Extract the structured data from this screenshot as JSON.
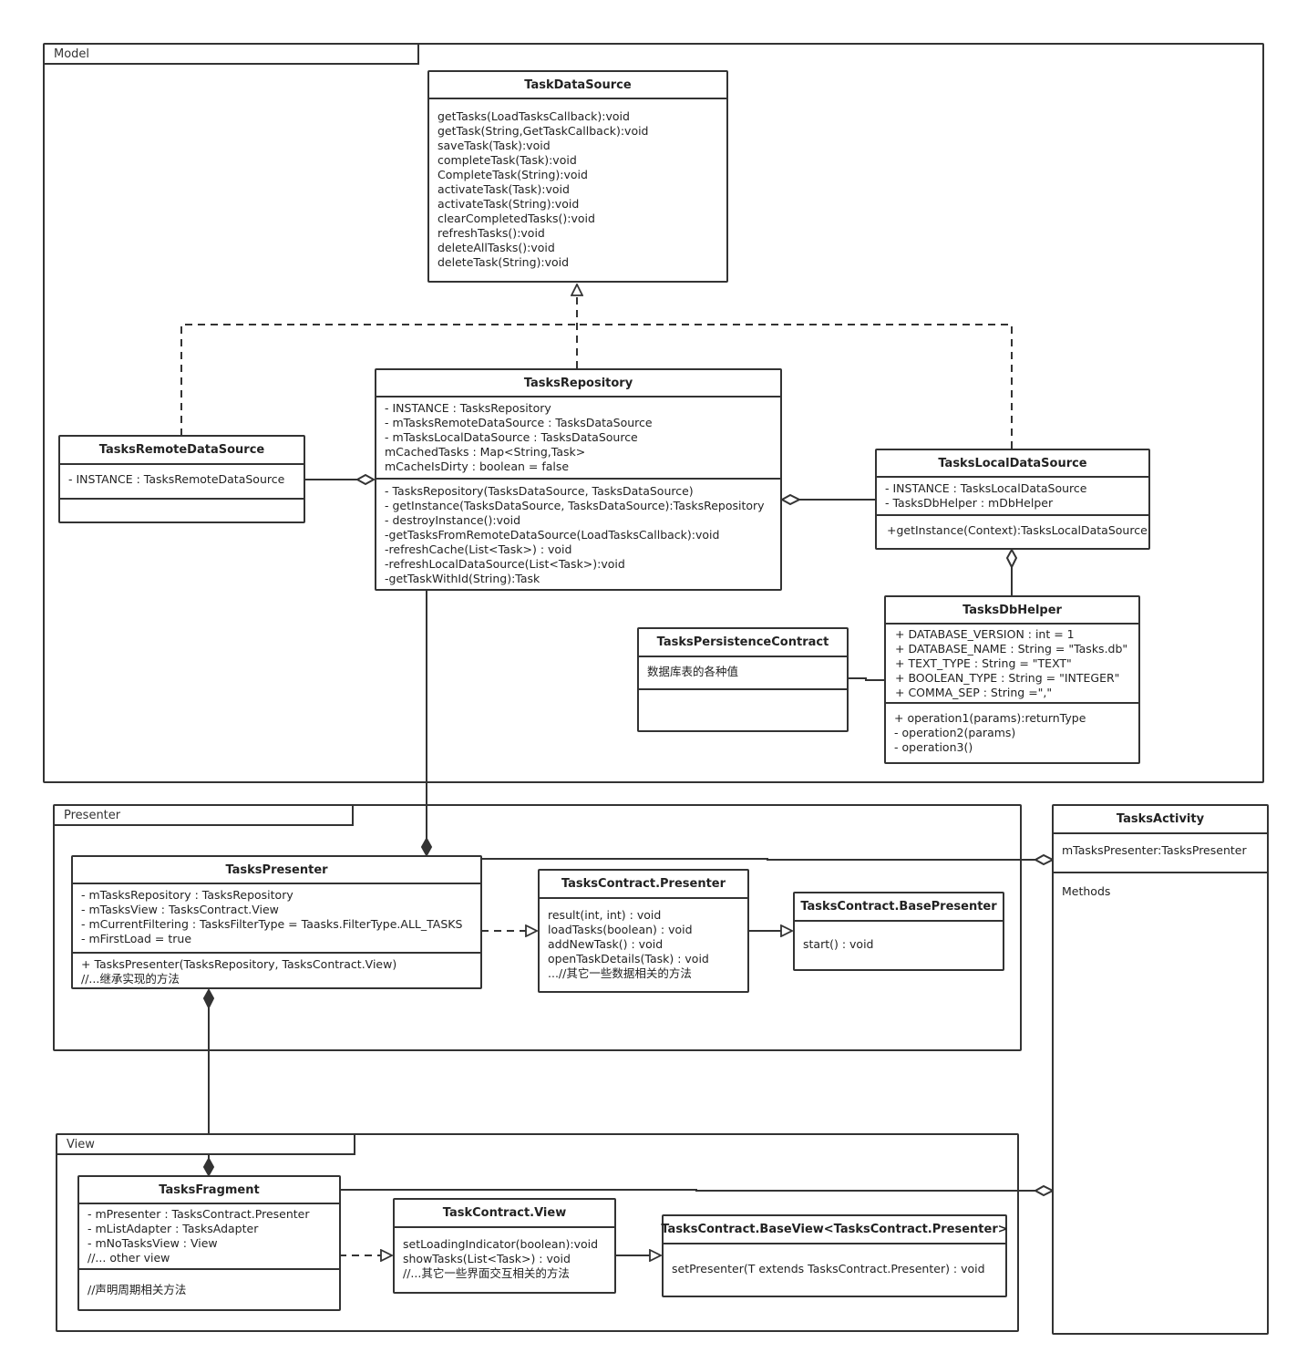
{
  "frames": {
    "model": "Model",
    "presenter": "Presenter",
    "view": "View"
  },
  "classes": {
    "task_data_source": {
      "title": "TaskDataSource",
      "methods": [
        "getTasks(LoadTasksCallback):void",
        "getTask(String,GetTaskCallback):void",
        "saveTask(Task):void",
        "completeTask(Task):void",
        "CompleteTask(String):void",
        "activateTask(Task):void",
        "activateTask(String):void",
        "clearCompletedTasks():void",
        "refreshTasks():void",
        "deleteAllTasks():void",
        "deleteTask(String):void"
      ]
    },
    "tasks_repository": {
      "title": "TasksRepository",
      "attributes": [
        "- INSTANCE : TasksRepository",
        "- mTasksRemoteDataSource : TasksDataSource",
        "- mTasksLocalDataSource : TasksDataSource",
        "mCachedTasks : Map<String,Task>",
        "mCacheIsDirty : boolean = false"
      ],
      "methods": [
        "- TasksRepository(TasksDataSource, TasksDataSource)",
        "- getInstance(TasksDataSource, TasksDataSource):TasksRepository",
        "- destroyInstance():void",
        "-getTasksFromRemoteDataSource(LoadTasksCallback):void",
        "-refreshCache(List<Task>) : void",
        "-refreshLocalDataSource(List<Task>):void",
        "-getTaskWithId(String):Task"
      ]
    },
    "tasks_remote_data_source": {
      "title": "TasksRemoteDataSource",
      "attributes": [
        "- INSTANCE : TasksRemoteDataSource"
      ],
      "methods": []
    },
    "tasks_local_data_source": {
      "title": "TasksLocalDataSource",
      "attributes": [
        "- INSTANCE : TasksLocalDataSource",
        "- TasksDbHelper : mDbHelper"
      ],
      "methods": [
        "+getInstance(Context):TasksLocalDataSource"
      ]
    },
    "tasks_db_helper": {
      "title": "TasksDbHelper",
      "attributes": [
        "+ DATABASE_VERSION : int = 1",
        "+ DATABASE_NAME : String = \"Tasks.db\"",
        "+ TEXT_TYPE : String = \"TEXT\"",
        "+ BOOLEAN_TYPE : String = \"INTEGER\"",
        "+ COMMA_SEP : String =\",\""
      ],
      "methods": [
        "+ operation1(params):returnType",
        "- operation2(params)",
        "- operation3()"
      ]
    },
    "tasks_persistence_contract": {
      "title": "TasksPersistenceContract",
      "attributes": [
        "数据库表的各种值"
      ],
      "methods": []
    },
    "tasks_activity": {
      "title": "TasksActivity",
      "attributes": [
        "mTasksPresenter:TasksPresenter"
      ],
      "methods": [
        "Methods"
      ]
    },
    "tasks_presenter": {
      "title": "TasksPresenter",
      "attributes": [
        "- mTasksRepository : TasksRepository",
        "- mTasksView : TasksContract.View",
        "- mCurrentFiltering : TasksFilterType = Taasks.FilterType.ALL_TASKS",
        "- mFirstLoad = true"
      ],
      "methods": [
        "+ TasksPresenter(TasksRepository, TasksContract.View)",
        "//...继承实现的方法"
      ]
    },
    "tasks_contract_presenter": {
      "title": "TasksContract.Presenter",
      "methods": [
        "result(int, int) : void",
        "loadTasks(boolean) : void",
        "addNewTask() : void",
        "openTaskDetails(Task) : void",
        "...//其它一些数据相关的方法"
      ]
    },
    "tasks_contract_base_presenter": {
      "title": "TasksContract.BasePresenter",
      "methods": [
        "start() : void"
      ]
    },
    "tasks_fragment": {
      "title": "TasksFragment",
      "attributes": [
        "- mPresenter : TasksContract.Presenter",
        "- mListAdapter : TasksAdapter",
        "- mNoTasksView : View",
        "//... other view"
      ],
      "methods": [
        "//声明周期相关方法"
      ]
    },
    "task_contract_view": {
      "title": "TaskContract.View",
      "methods": [
        "setLoadingIndicator(boolean):void",
        "showTasks(List<Task>) : void",
        "//...其它一些界面交互相关的方法"
      ]
    },
    "tasks_contract_base_view": {
      "title": "TasksContract.BaseView<TasksContract.Presenter>",
      "methods": [
        "setPresenter(T extends TasksContract.Presenter) : void"
      ]
    }
  }
}
